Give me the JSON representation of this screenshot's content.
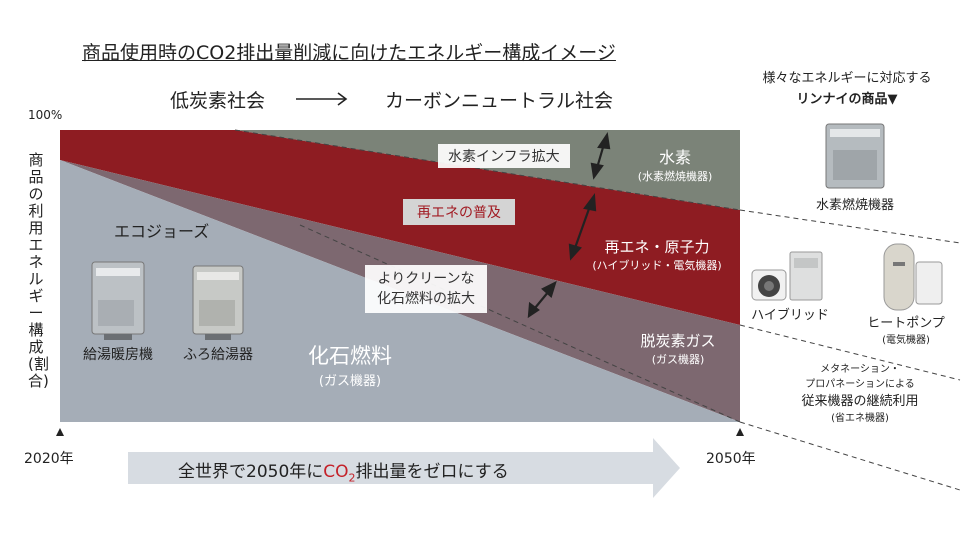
{
  "title": "商品使用時のCO2排出量削減に向けたエネルギー構成イメージ",
  "transition": {
    "from": "低炭素社会",
    "to": "カーボンニュートラル社会"
  },
  "right_header": {
    "line1": "様々なエネルギーに対応する",
    "line2": "リンナイの商品▼"
  },
  "y_axis": {
    "max_label": "100%",
    "label": "商品の利用エネルギー構成(割合)"
  },
  "x_axis": {
    "start": "2020年",
    "end": "2050年"
  },
  "regions": {
    "hydrogen": {
      "name": "水素",
      "sub": "(水素燃焼機器)",
      "color": "#7b8378"
    },
    "renewable": {
      "name": "再エネ・原子力",
      "sub": "(ハイブリッド・電気機器)",
      "color": "#8e1c22"
    },
    "decarb_gas": {
      "name": "脱炭素ガス",
      "sub": "(ガス機器)",
      "color": "#7d6870"
    },
    "fossil": {
      "name": "化石燃料",
      "sub": "(ガス機器)",
      "color": "#a5adb7"
    }
  },
  "callouts": {
    "hydrogen_infra": "水素インフラ拡大",
    "renewable_spread": "再エネの普及",
    "cleaner_fossil_line1": "よりクリーンな",
    "cleaner_fossil_line2": "化石燃料の拡大"
  },
  "ecojoes": {
    "title": "エコジョーズ",
    "product1": "給湯暖房機",
    "product2": "ふろ給湯器"
  },
  "products": {
    "hydrogen_heater": "水素燃焼機器",
    "hybrid": "ハイブリッド",
    "heat_pump": "ヒートポンプ",
    "heat_pump_sub": "(電気機器)",
    "methanation_line1": "メタネーション・",
    "methanation_line2": "プロパネーションによる",
    "continued_use": "従来機器の継続利用",
    "continued_use_sub": "(省エネ機器)"
  },
  "banner": {
    "prefix": "全世界で2050年に",
    "co2": "CO",
    "co2_sub": "2",
    "suffix": "排出量をゼロにする"
  }
}
